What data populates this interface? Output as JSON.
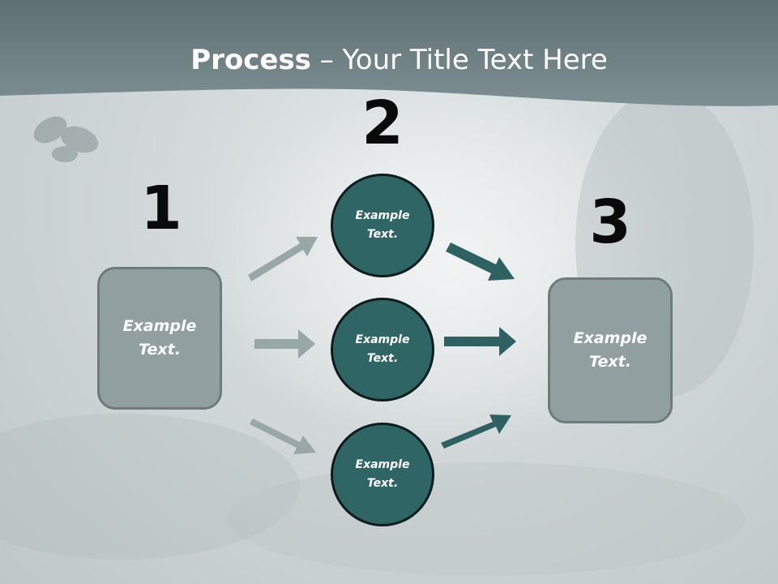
{
  "title": {
    "bold": "Process",
    "rest": " – Your Title Text Here"
  },
  "steps": [
    {
      "number": "1",
      "text": "Example Text."
    },
    {
      "number": "2",
      "text": "Example Text."
    },
    {
      "number": "3",
      "text": "Example Text."
    }
  ],
  "circles": [
    {
      "text": "Example Text."
    },
    {
      "text": "Example Text."
    },
    {
      "text": "Example Text."
    }
  ],
  "colors": {
    "header": "#6e8184",
    "circle_fill": "#306566",
    "box_fill": "#919fa1",
    "arrow_light": "#98a7a8",
    "arrow_dark": "#2f6162"
  }
}
